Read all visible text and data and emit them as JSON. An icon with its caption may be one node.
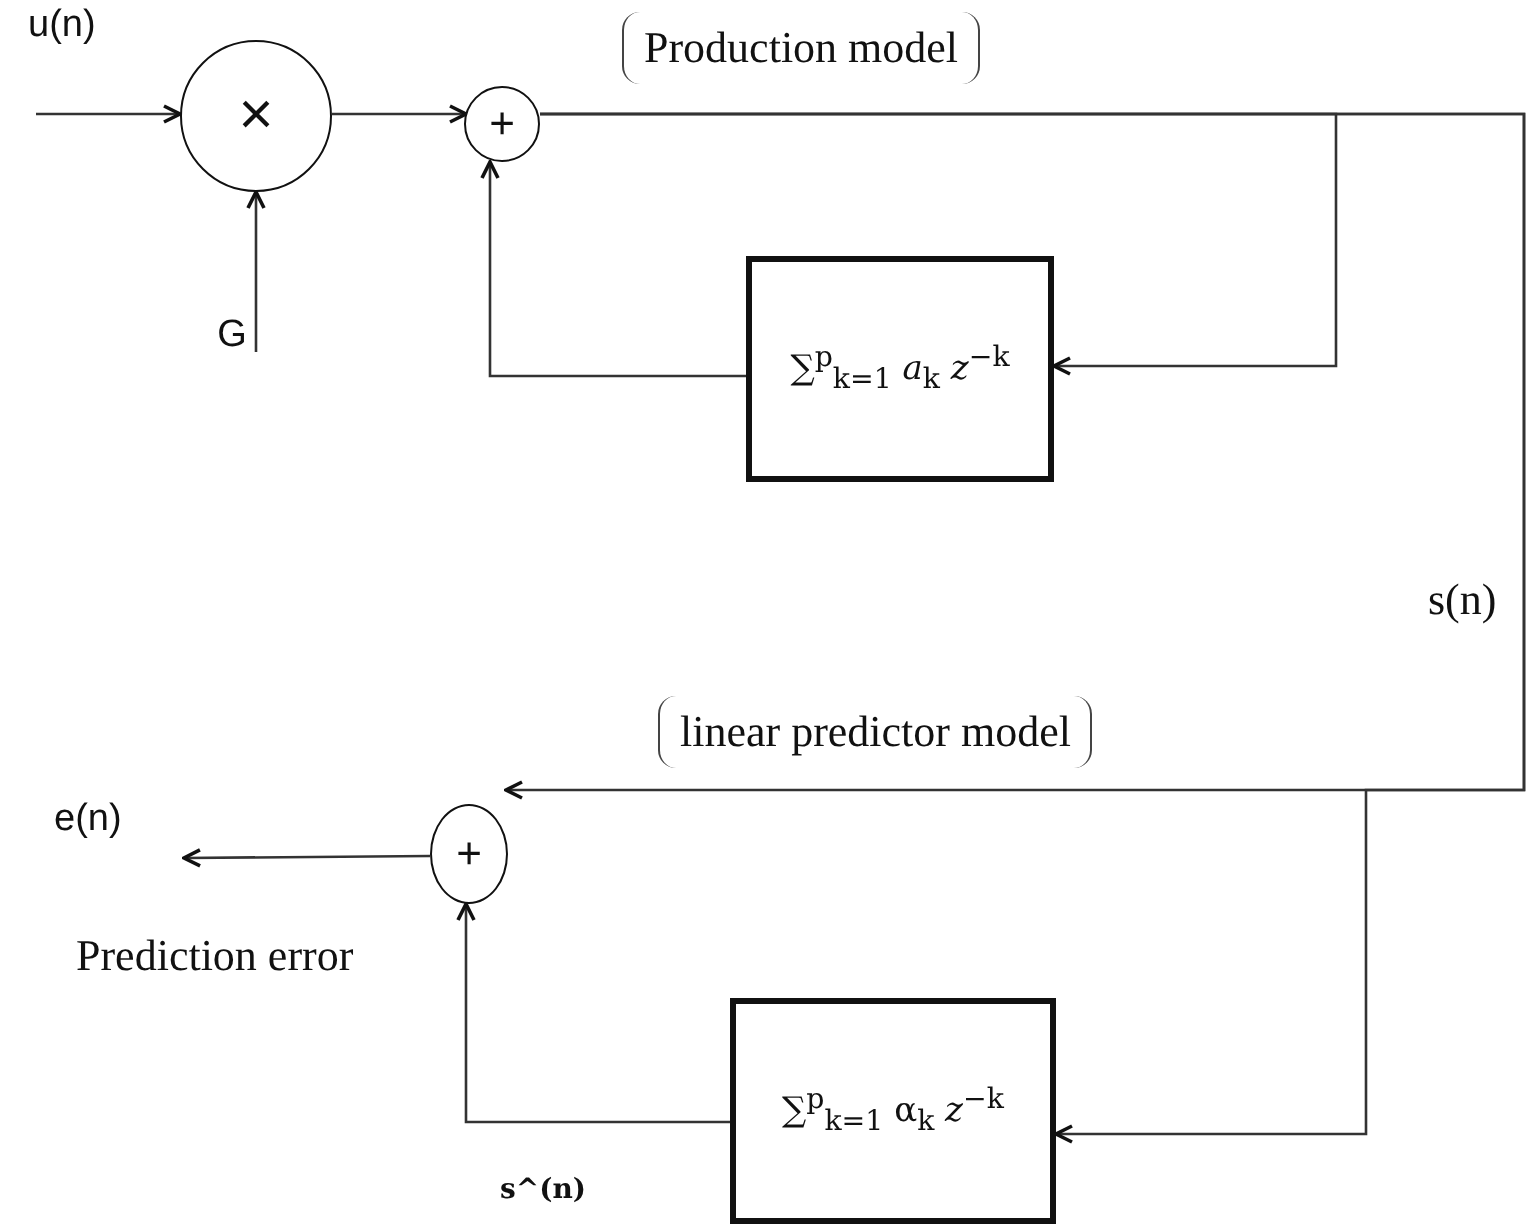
{
  "diagram": {
    "nodes": [
      {
        "text": [
          "×"
        ]
      },
      {
        "text": [
          "+"
        ]
      },
      {
        "text": [
          "∑$^{p}$$_{k=1}$ *a*$_{k}$ *z*$^{−k}$"
        ]
      },
      {
        "text": [
          "+"
        ]
      },
      {
        "text": [
          "∑$^{p}$$_{k=1}$ α$_{k}$ *z*$^{−k}$"
        ]
      },
      {
        "text": [
          "G"
        ]
      }
    ],
    "edges": [
      {
        "from": null,
        "to": 0,
        "arrow": "to"
      },
      {
        "from": 5,
        "to": 0,
        "arrow": "to"
      },
      {
        "from": 0,
        "to": 1,
        "arrow": "to"
      },
      {
        "from": 1,
        "to": 2,
        "arrow": "to"
      },
      {
        "from": 2,
        "to": 1,
        "arrow": "to"
      },
      {
        "from": 1,
        "to": 3,
        "arrow": "to",
        "label": "s(n)"
      },
      {
        "from": 3,
        "to": null,
        "arrow": "to"
      },
      {
        "from": 1,
        "to": 4,
        "arrow": "to"
      },
      {
        "from": 4,
        "to": 3,
        "arrow": "to",
        "label": "s^(n)"
      }
    ],
    "labels": [
      "u(n)",
      "Production model",
      "linear predictor model",
      "e(n)",
      "Prediction error"
    ]
  }
}
